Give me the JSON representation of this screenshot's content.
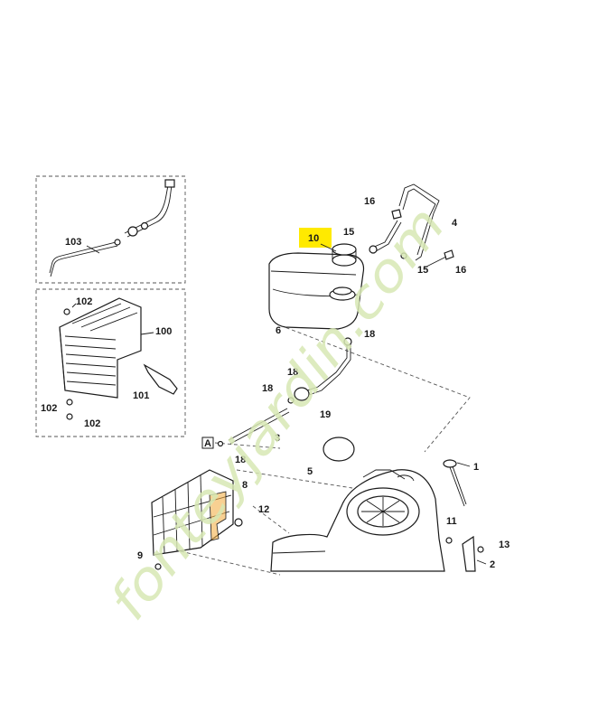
{
  "callouts": {
    "c103": "103",
    "c102a": "102",
    "c102b": "102",
    "c102c": "102",
    "c100": "100",
    "c101": "101",
    "c16a": "16",
    "c16b": "16",
    "c15a": "15",
    "c15b": "15",
    "c4": "4",
    "c10": "10",
    "c6": "6",
    "c18a": "18",
    "c18b": "18",
    "c18c": "18",
    "c18d": "18",
    "c19": "19",
    "c3": "3",
    "cA": "A",
    "c5": "5",
    "c8": "8",
    "c12": "12",
    "c1": "1",
    "c11": "11",
    "c13": "13",
    "c2": "2",
    "c9": "9"
  },
  "watermark": {
    "text": "fonteyjardin.com",
    "color": "#d8e8b4",
    "dot_color": "#f3b14a"
  },
  "highlight": {
    "label": "10",
    "color": "#ffea00"
  },
  "icons": [
    "fuel-tank-icon",
    "fuel-cap-icon",
    "fuel-hose-icon",
    "guard-cage-icon",
    "engine-icon",
    "dipstick-icon",
    "bracket-icon"
  ]
}
